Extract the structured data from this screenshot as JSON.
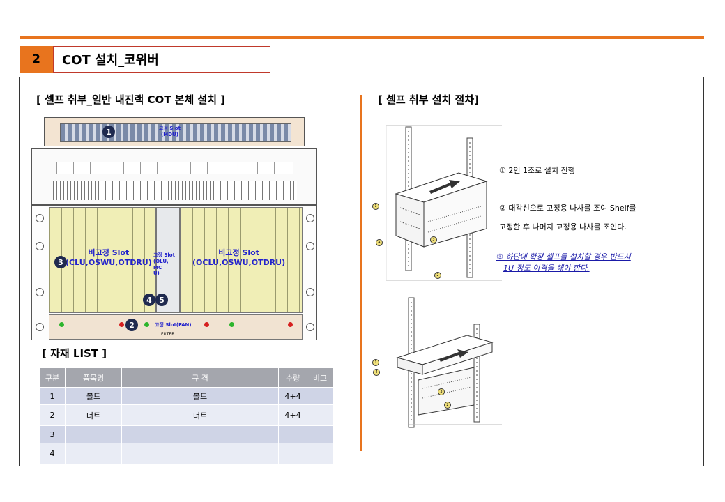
{
  "section": {
    "number": "2",
    "title": "COT 설치_코위버"
  },
  "left": {
    "heading": "[ 셀프 취부_일반 내진랙 COT 본체 설치 ]",
    "labels": {
      "mdu_slot": "고정 Slot\n(MDU)",
      "left_slot": "비고정 Slot\n(CLU,OSWU,OTDRU)",
      "mid_slot": "고정 Slot\n(OLU,\nMC\nU)",
      "right_slot": "비고정 Slot\n(OCLU,OSWU,OTDRU)",
      "fan_slot": "고정 Slot(FAN)",
      "filter": "FILTER"
    },
    "badges": [
      "1",
      "2",
      "3",
      "4",
      "5"
    ]
  },
  "materials": {
    "heading": "[ 자재 LIST ]",
    "columns": [
      "구분",
      "품목명",
      "규 격",
      "수량",
      "비고"
    ],
    "rows": [
      [
        "1",
        "볼트",
        "볼트",
        "4+4",
        ""
      ],
      [
        "2",
        "너트",
        "너트",
        "4+4",
        ""
      ],
      [
        "3",
        "",
        "",
        "",
        ""
      ],
      [
        "4",
        "",
        "",
        "",
        ""
      ]
    ]
  },
  "right": {
    "heading": "[ 셀프 취부 설치 절차]",
    "steps": [
      "① 2인 1조로 설치 진행",
      "② 대각선으로 고정용 나사를 조여 Shelf를",
      "고정한 후 나머지 고정용 나사를 조인다."
    ],
    "note_line1": "③ 하단에 확장 셀프를 설치할 경우 반드시",
    "note_line2": "1U 정도 이격을 해야 한다."
  },
  "colors": {
    "accent": "#e8741e",
    "title_border": "#c0392b",
    "table_header": "#a4a6ad",
    "slot_label": "#2222cc"
  }
}
